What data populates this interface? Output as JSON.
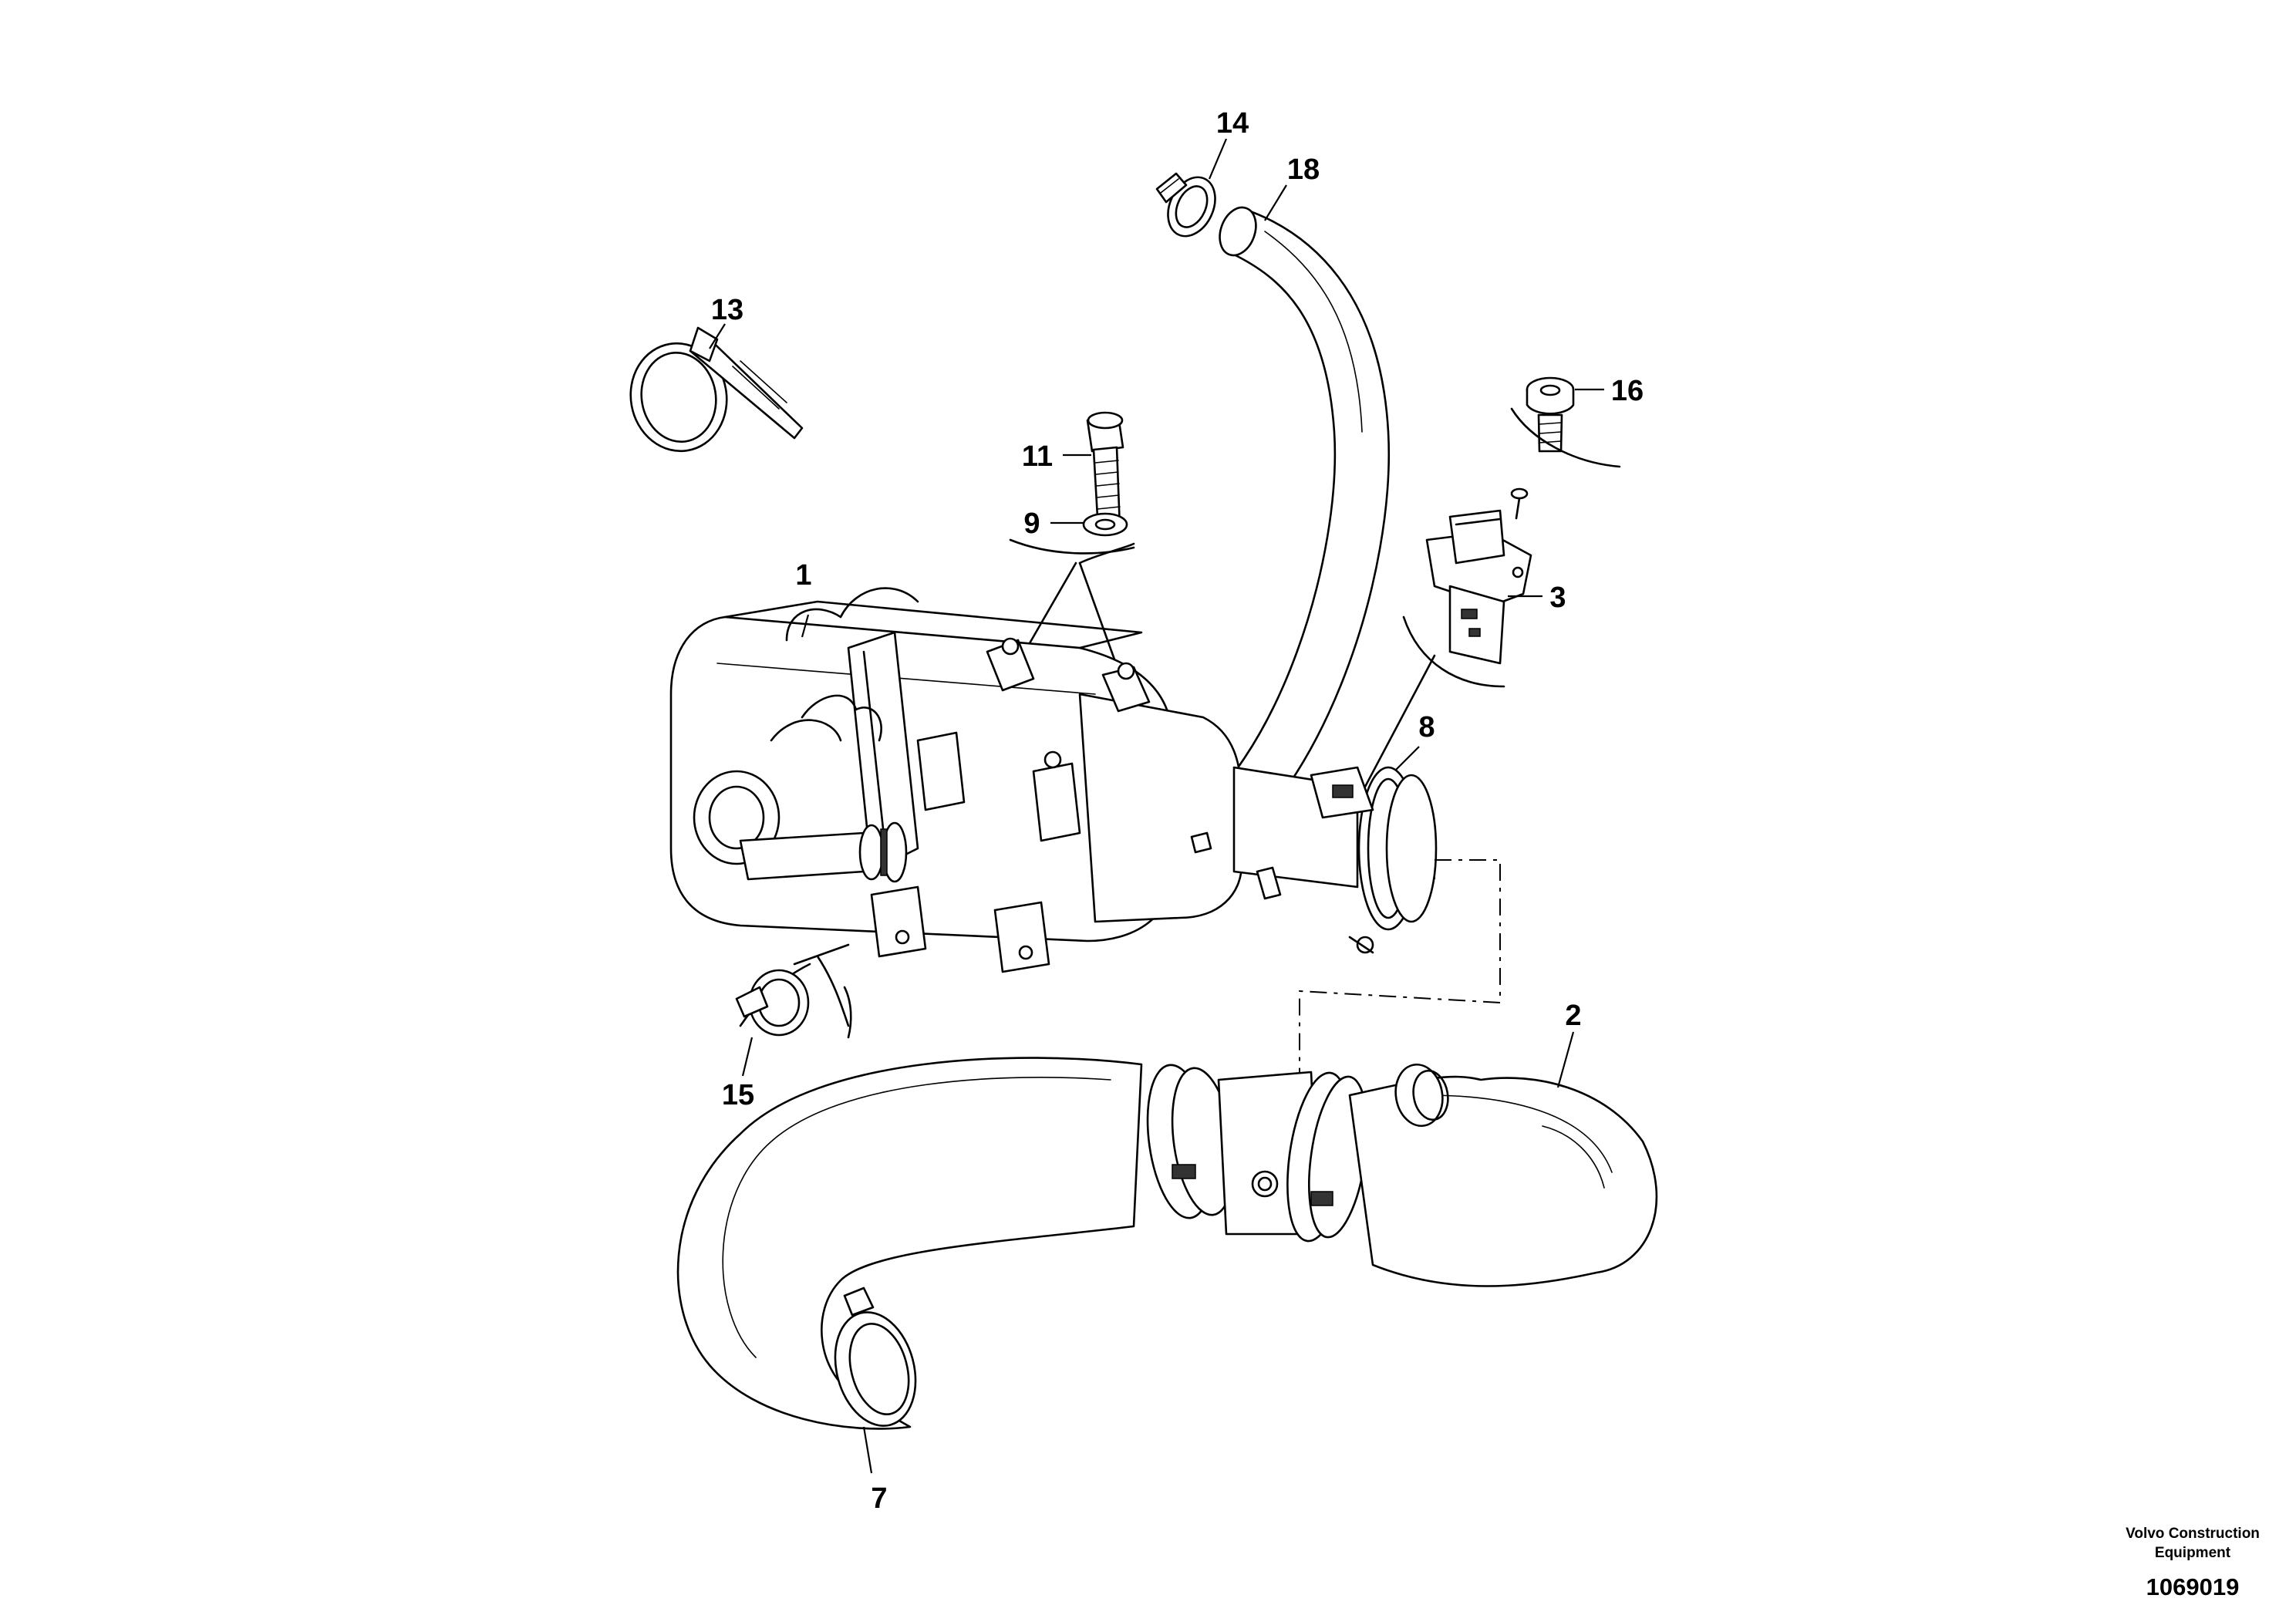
{
  "callouts": {
    "c1": "1",
    "c2": "2",
    "c3": "3",
    "c7": "7",
    "c8": "8",
    "c9": "9",
    "c11": "11",
    "c13": "13",
    "c14": "14",
    "c15": "15",
    "c16": "16",
    "c18": "18"
  },
  "footer": {
    "brand_line1": "Volvo Construction",
    "brand_line2": "Equipment",
    "doc_number": "1069019"
  }
}
